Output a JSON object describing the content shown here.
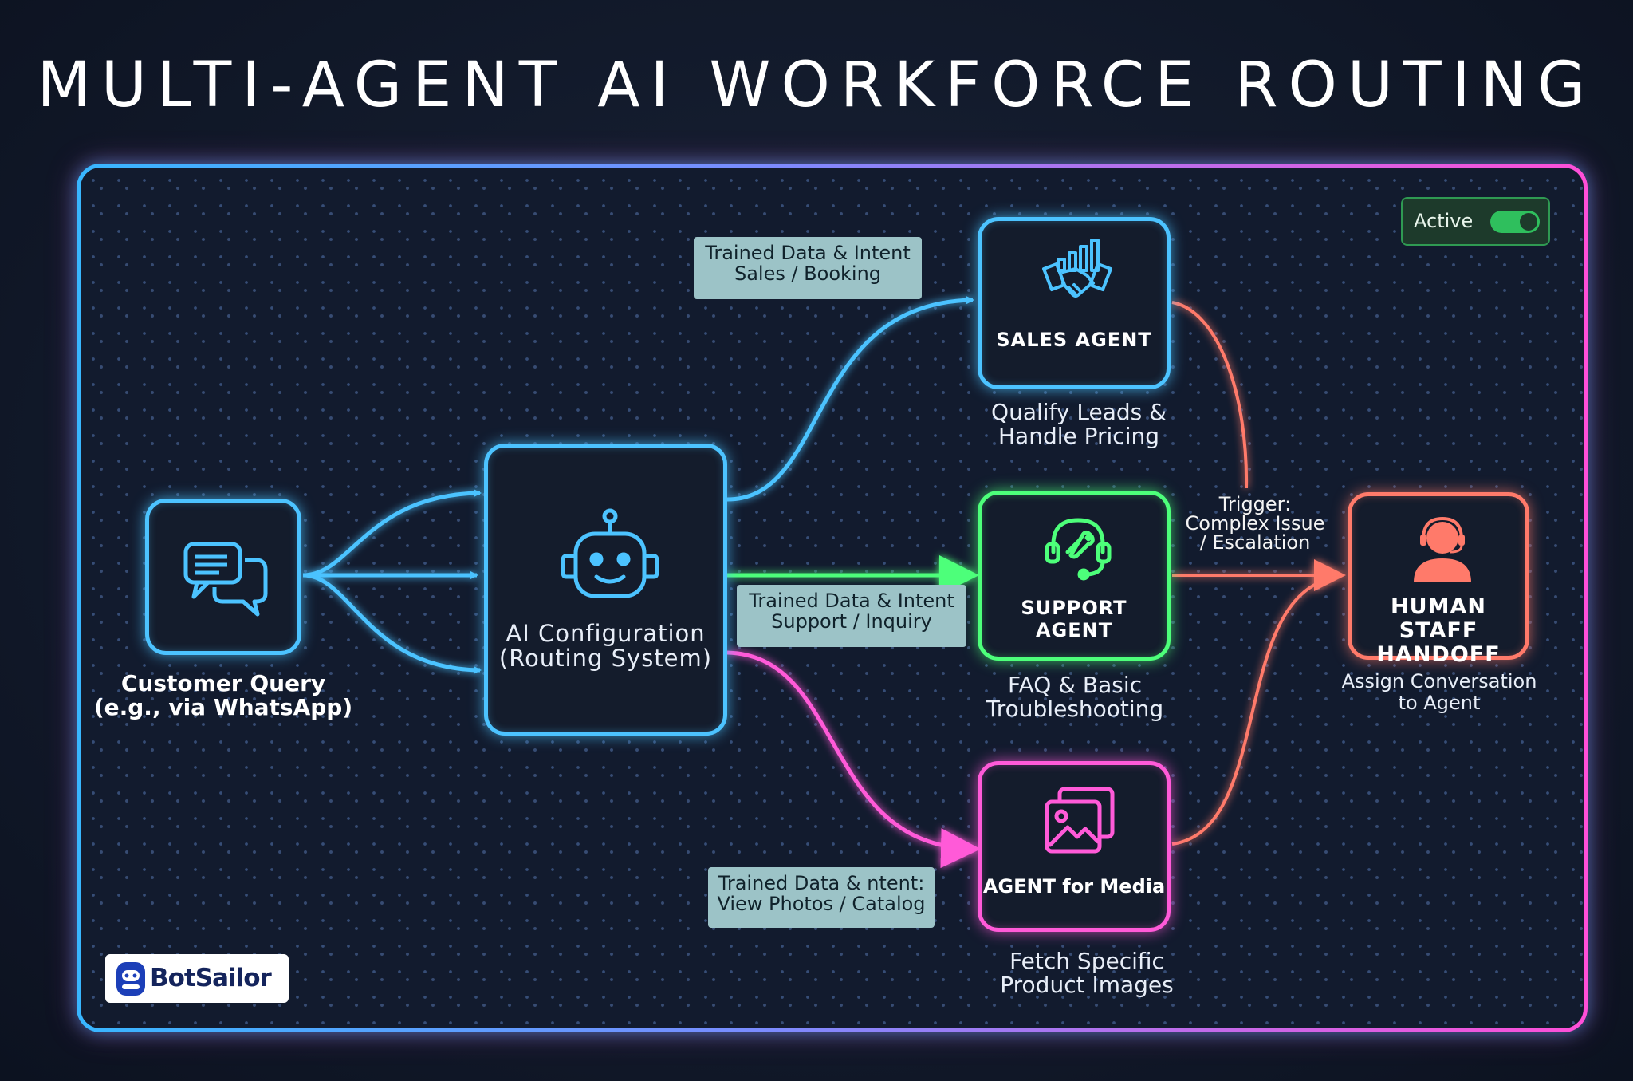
{
  "title": "MULTI-AGENT AI WORKFORCE ROUTING",
  "colors": {
    "blue": "#4cc3ff",
    "green": "#4dff7a",
    "pink": "#ff5ad8",
    "coral": "#ff7a6a",
    "tag_bg": "#9cc3c7"
  },
  "status": {
    "label": "Active",
    "on": true
  },
  "nodes": {
    "customer": {
      "icon": "chat-bubbles-icon",
      "label_line1": "Customer Query",
      "label_line2": "(e.g., via WhatsApp)"
    },
    "router": {
      "icon": "robot-icon",
      "label_line1": "AI Configuration",
      "label_line2": "(Routing System)"
    },
    "sales": {
      "icon": "handshake-chart-icon",
      "label": "SALES AGENT",
      "caption_line1": "Qualify Leads &",
      "caption_line2": "Handle Pricing"
    },
    "support": {
      "icon": "headset-wrench-icon",
      "label": "SUPPORT AGENT",
      "caption_line1": "FAQ & Basic",
      "caption_line2": "Troubleshooting"
    },
    "media": {
      "icon": "images-icon",
      "label": "AGENT for Media",
      "caption_line1": "Fetch Specific",
      "caption_line2": "Product Images"
    },
    "human": {
      "icon": "support-person-icon",
      "label_line1": "HUMAN STAFF",
      "label_line2": "HANDOFF",
      "caption_line1": "Assign Conversation",
      "caption_line2": "to Agent"
    }
  },
  "tags": {
    "sales": {
      "line1": "Trained Data & Intent",
      "line2": "Sales / Booking"
    },
    "support": {
      "line1": "Trained Data & Intent",
      "line2": "Support / Inquiry"
    },
    "media": {
      "line1": "Trained Data & ntent:",
      "line2": "View Photos / Catalog"
    }
  },
  "trigger": {
    "line1": "Trigger:",
    "line2": "Complex Issue",
    "line3": "/ Escalation"
  },
  "logo": {
    "text": "BotSailor"
  }
}
